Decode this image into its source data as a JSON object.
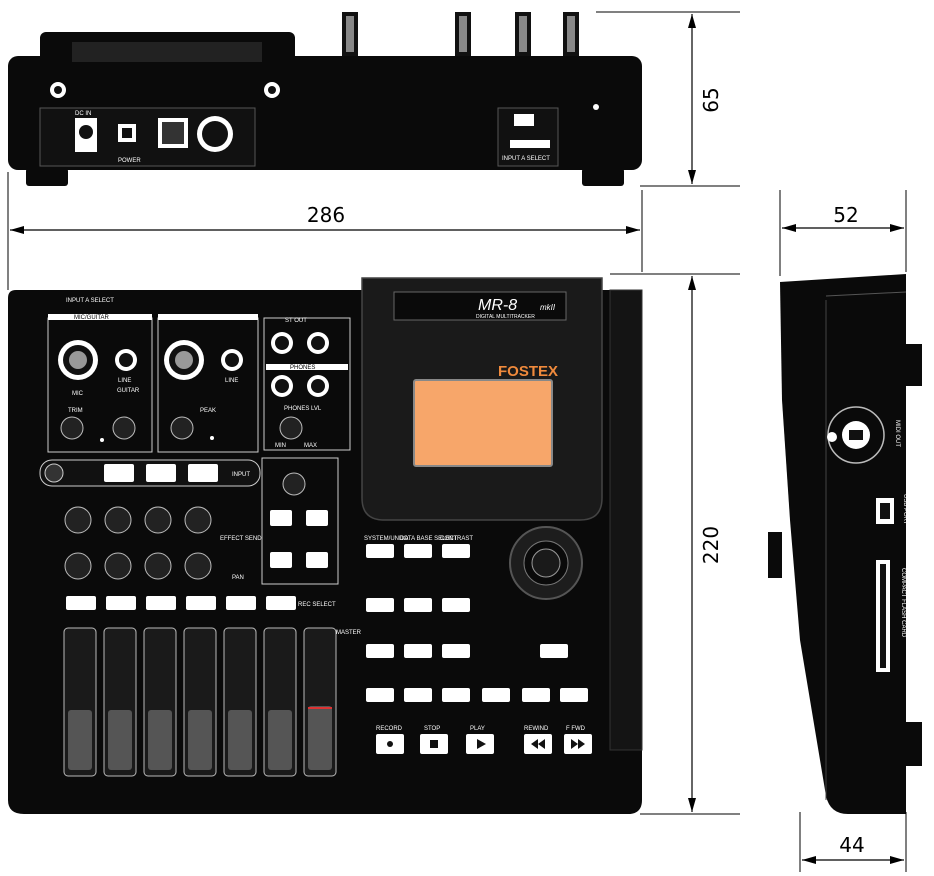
{
  "dimensions": {
    "top_height": "65",
    "width": "286",
    "depth": "220",
    "side_width": "52",
    "side_bottom": "44"
  },
  "device": {
    "model": "MR-8",
    "model_suffix": "mkII",
    "subtitle": "DIGITAL MULTITRACKER",
    "brand": "FOSTEX"
  },
  "top_panel": {
    "input_a_select": "INPUT A SELECT",
    "mic_guitar": "MIC/GUITAR",
    "mic_label": "MIC",
    "line_label": "LINE",
    "guitar_label": "GUITAR",
    "line_label_b": "LINE",
    "trim_label": "TRIM",
    "peak_label": "PEAK",
    "st_out": "ST OUT",
    "phones": "PHONES",
    "phones_level": "PHONES LVL",
    "min_label": "MIN",
    "max_label": "MAX",
    "input_label": "INPUT",
    "effect_send": "EFFECT SEND",
    "pan_label": "PAN",
    "rec_select": "REC SELECT",
    "master_label": "MASTER",
    "system_undo": "SYSTEM/UNDO",
    "data_base_select": "DATA BASE SELECT",
    "contrast": "CONTRAST",
    "record_label": "RECORD",
    "stop_label": "STOP",
    "play_label": "PLAY",
    "rewind_label": "REWIND",
    "f_fwd_label": "F FWD"
  },
  "rear_panel": {
    "dc_in": "DC IN",
    "power": "POWER",
    "input_select": "INPUT A SELECT"
  },
  "side_panel": {
    "midi_out": "MIDI OUT",
    "usb": "USB PORT",
    "compact_flash": "COMPACT FLASH CARD"
  }
}
